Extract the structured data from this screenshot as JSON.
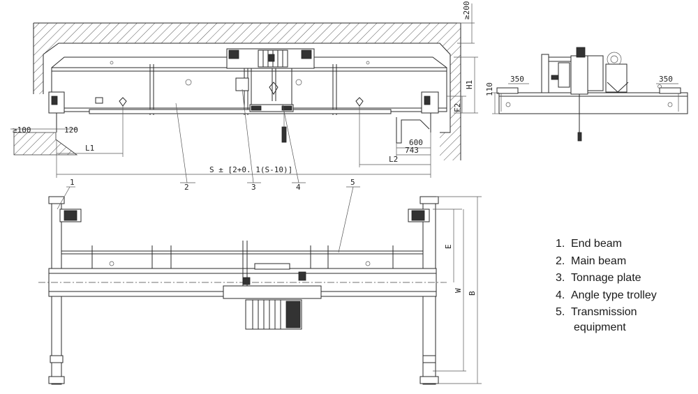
{
  "dimensions": {
    "top_clearance": "≥200",
    "h1": "H1",
    "f2": "F2",
    "left_min": "≥100",
    "d120": "120",
    "l1": "L1",
    "l2": "L2",
    "d600": "600",
    "d743": "743",
    "span": "S ± [2+0. 1(S-10)]",
    "d350_left": "350",
    "d350_right": "350",
    "d110": "110",
    "e": "E",
    "w": "W",
    "b": "B"
  },
  "callouts": [
    "1",
    "2",
    "3",
    "4",
    "5"
  ],
  "legend": [
    {
      "num": "1.",
      "text": "End beam"
    },
    {
      "num": "2.",
      "text": "Main beam"
    },
    {
      "num": "3.",
      "text": "Tonnage plate"
    },
    {
      "num": "4.",
      "text": "Angle type trolley"
    },
    {
      "num": "5.",
      "text": "Transmission",
      "cont": "equipment"
    }
  ]
}
